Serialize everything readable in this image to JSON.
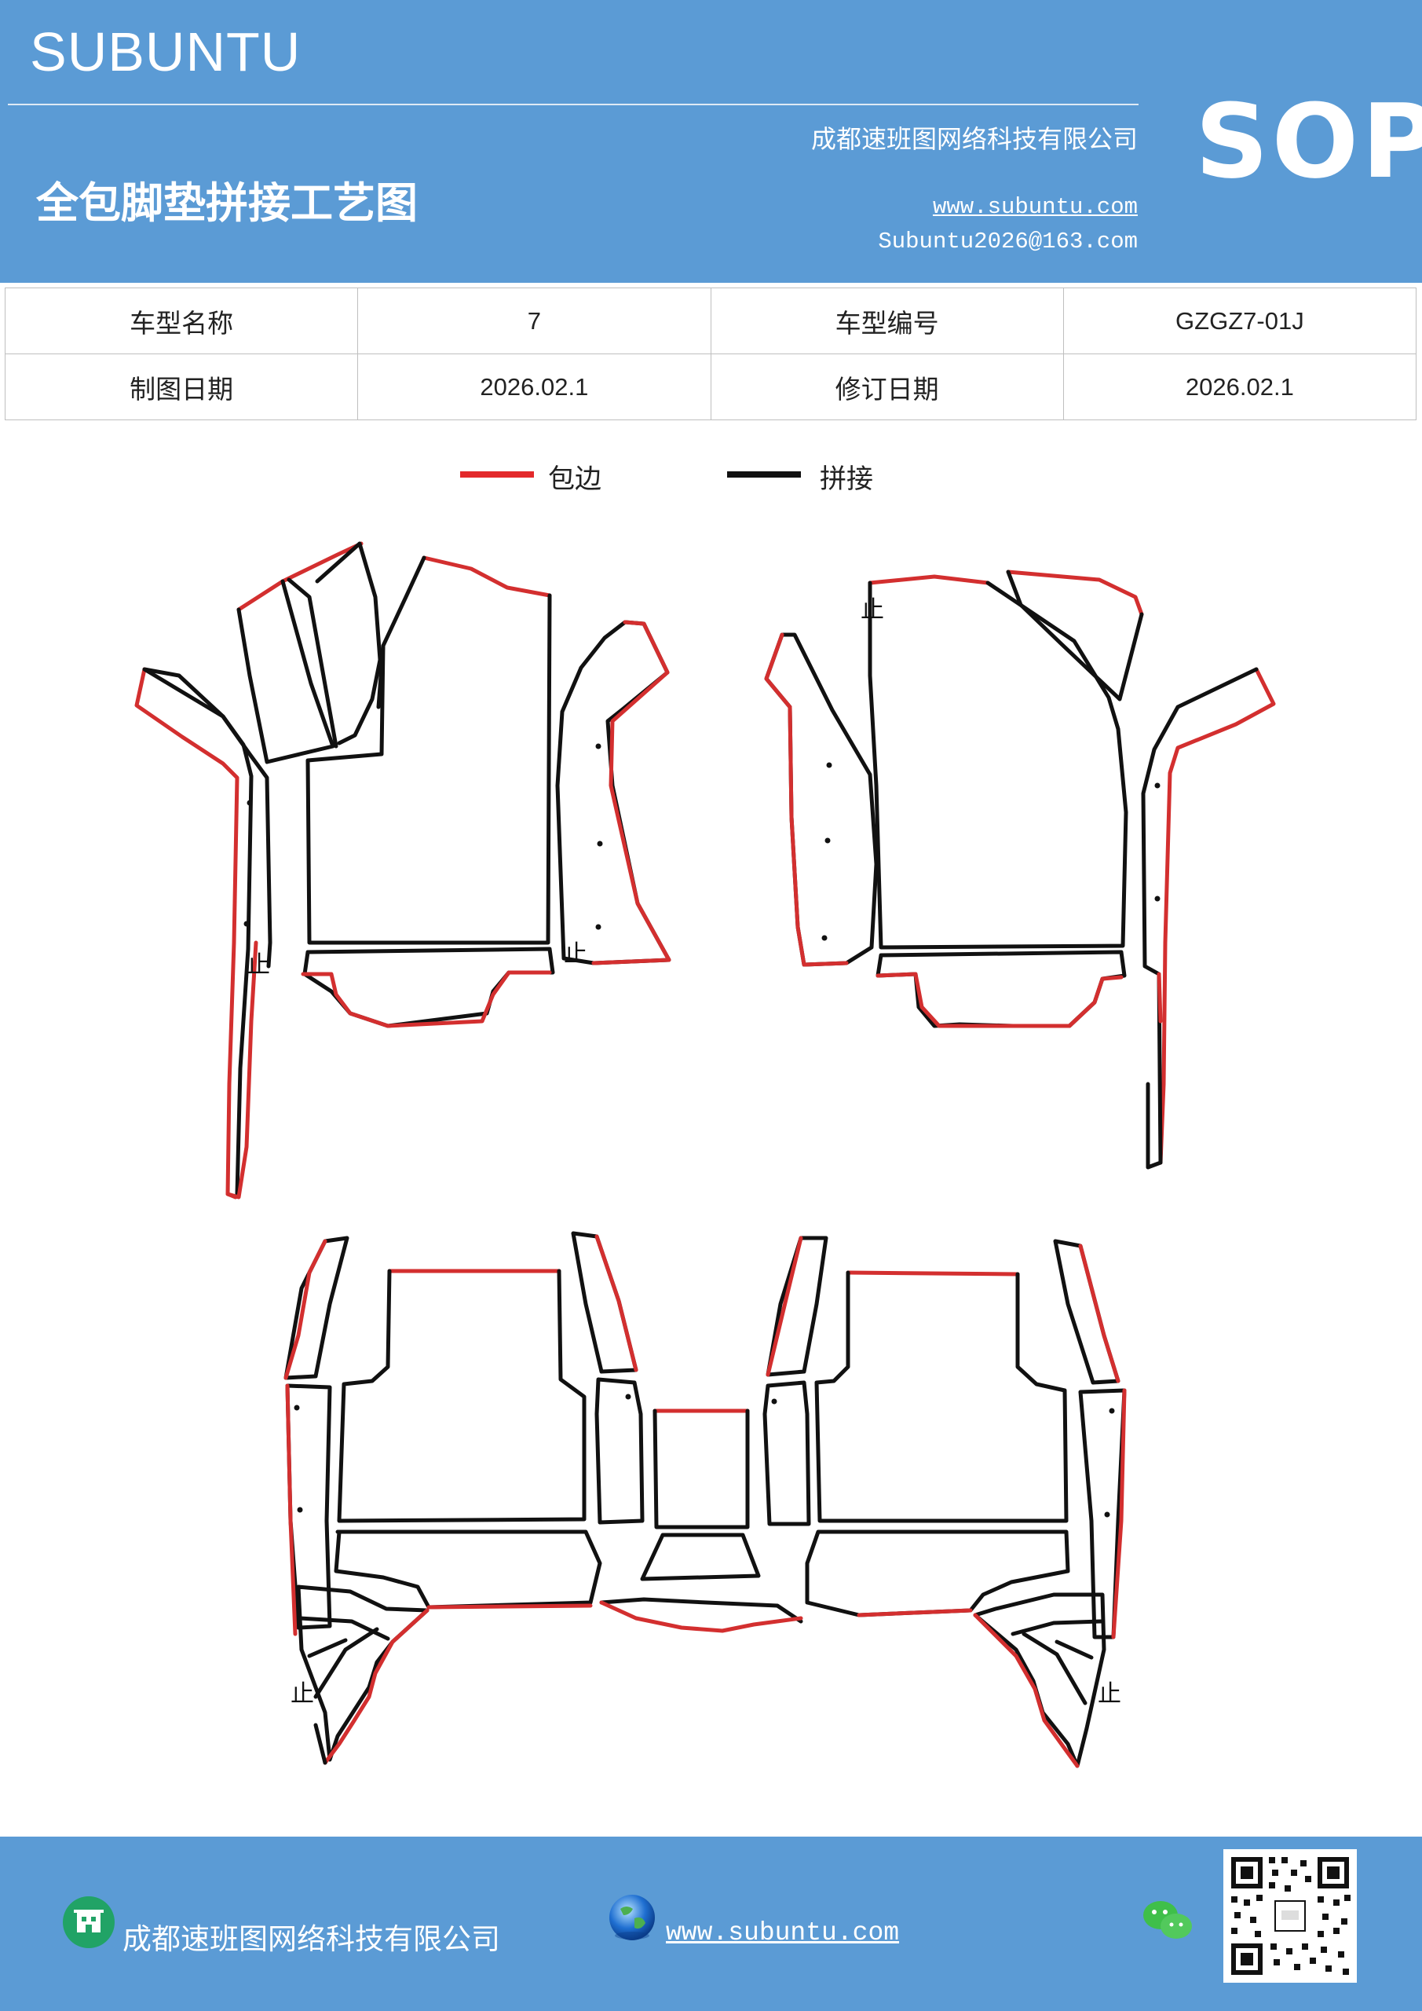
{
  "header": {
    "brand": "SUBUNTU",
    "badge": "SOP",
    "company": "成都速班图网络科技有限公司",
    "title": "全包脚垫拼接工艺图",
    "website": "www.subuntu.com",
    "email": "Subuntu2026@163.com"
  },
  "info": {
    "row1": {
      "label1": "车型名称",
      "value1": "7",
      "label2": "车型编号",
      "value2": "GZGZ7-01J"
    },
    "row2": {
      "label1": "制图日期",
      "value1": "2026.02.1",
      "label2": "修订日期",
      "value2": "2026.02.1"
    }
  },
  "legend": [
    {
      "label": "包边",
      "color": "#e3292b"
    },
    {
      "label": "拼接",
      "color": "#111111"
    }
  ],
  "drawing": {
    "stop_mark": "止",
    "colors": {
      "edge": "#d32f2f",
      "seam": "#111111"
    }
  },
  "footer": {
    "company": "成都速班图网络科技有限公司",
    "website": "www.subuntu.com",
    "icons": [
      "building-icon",
      "globe-icon",
      "wechat-icon",
      "qr-code"
    ]
  }
}
